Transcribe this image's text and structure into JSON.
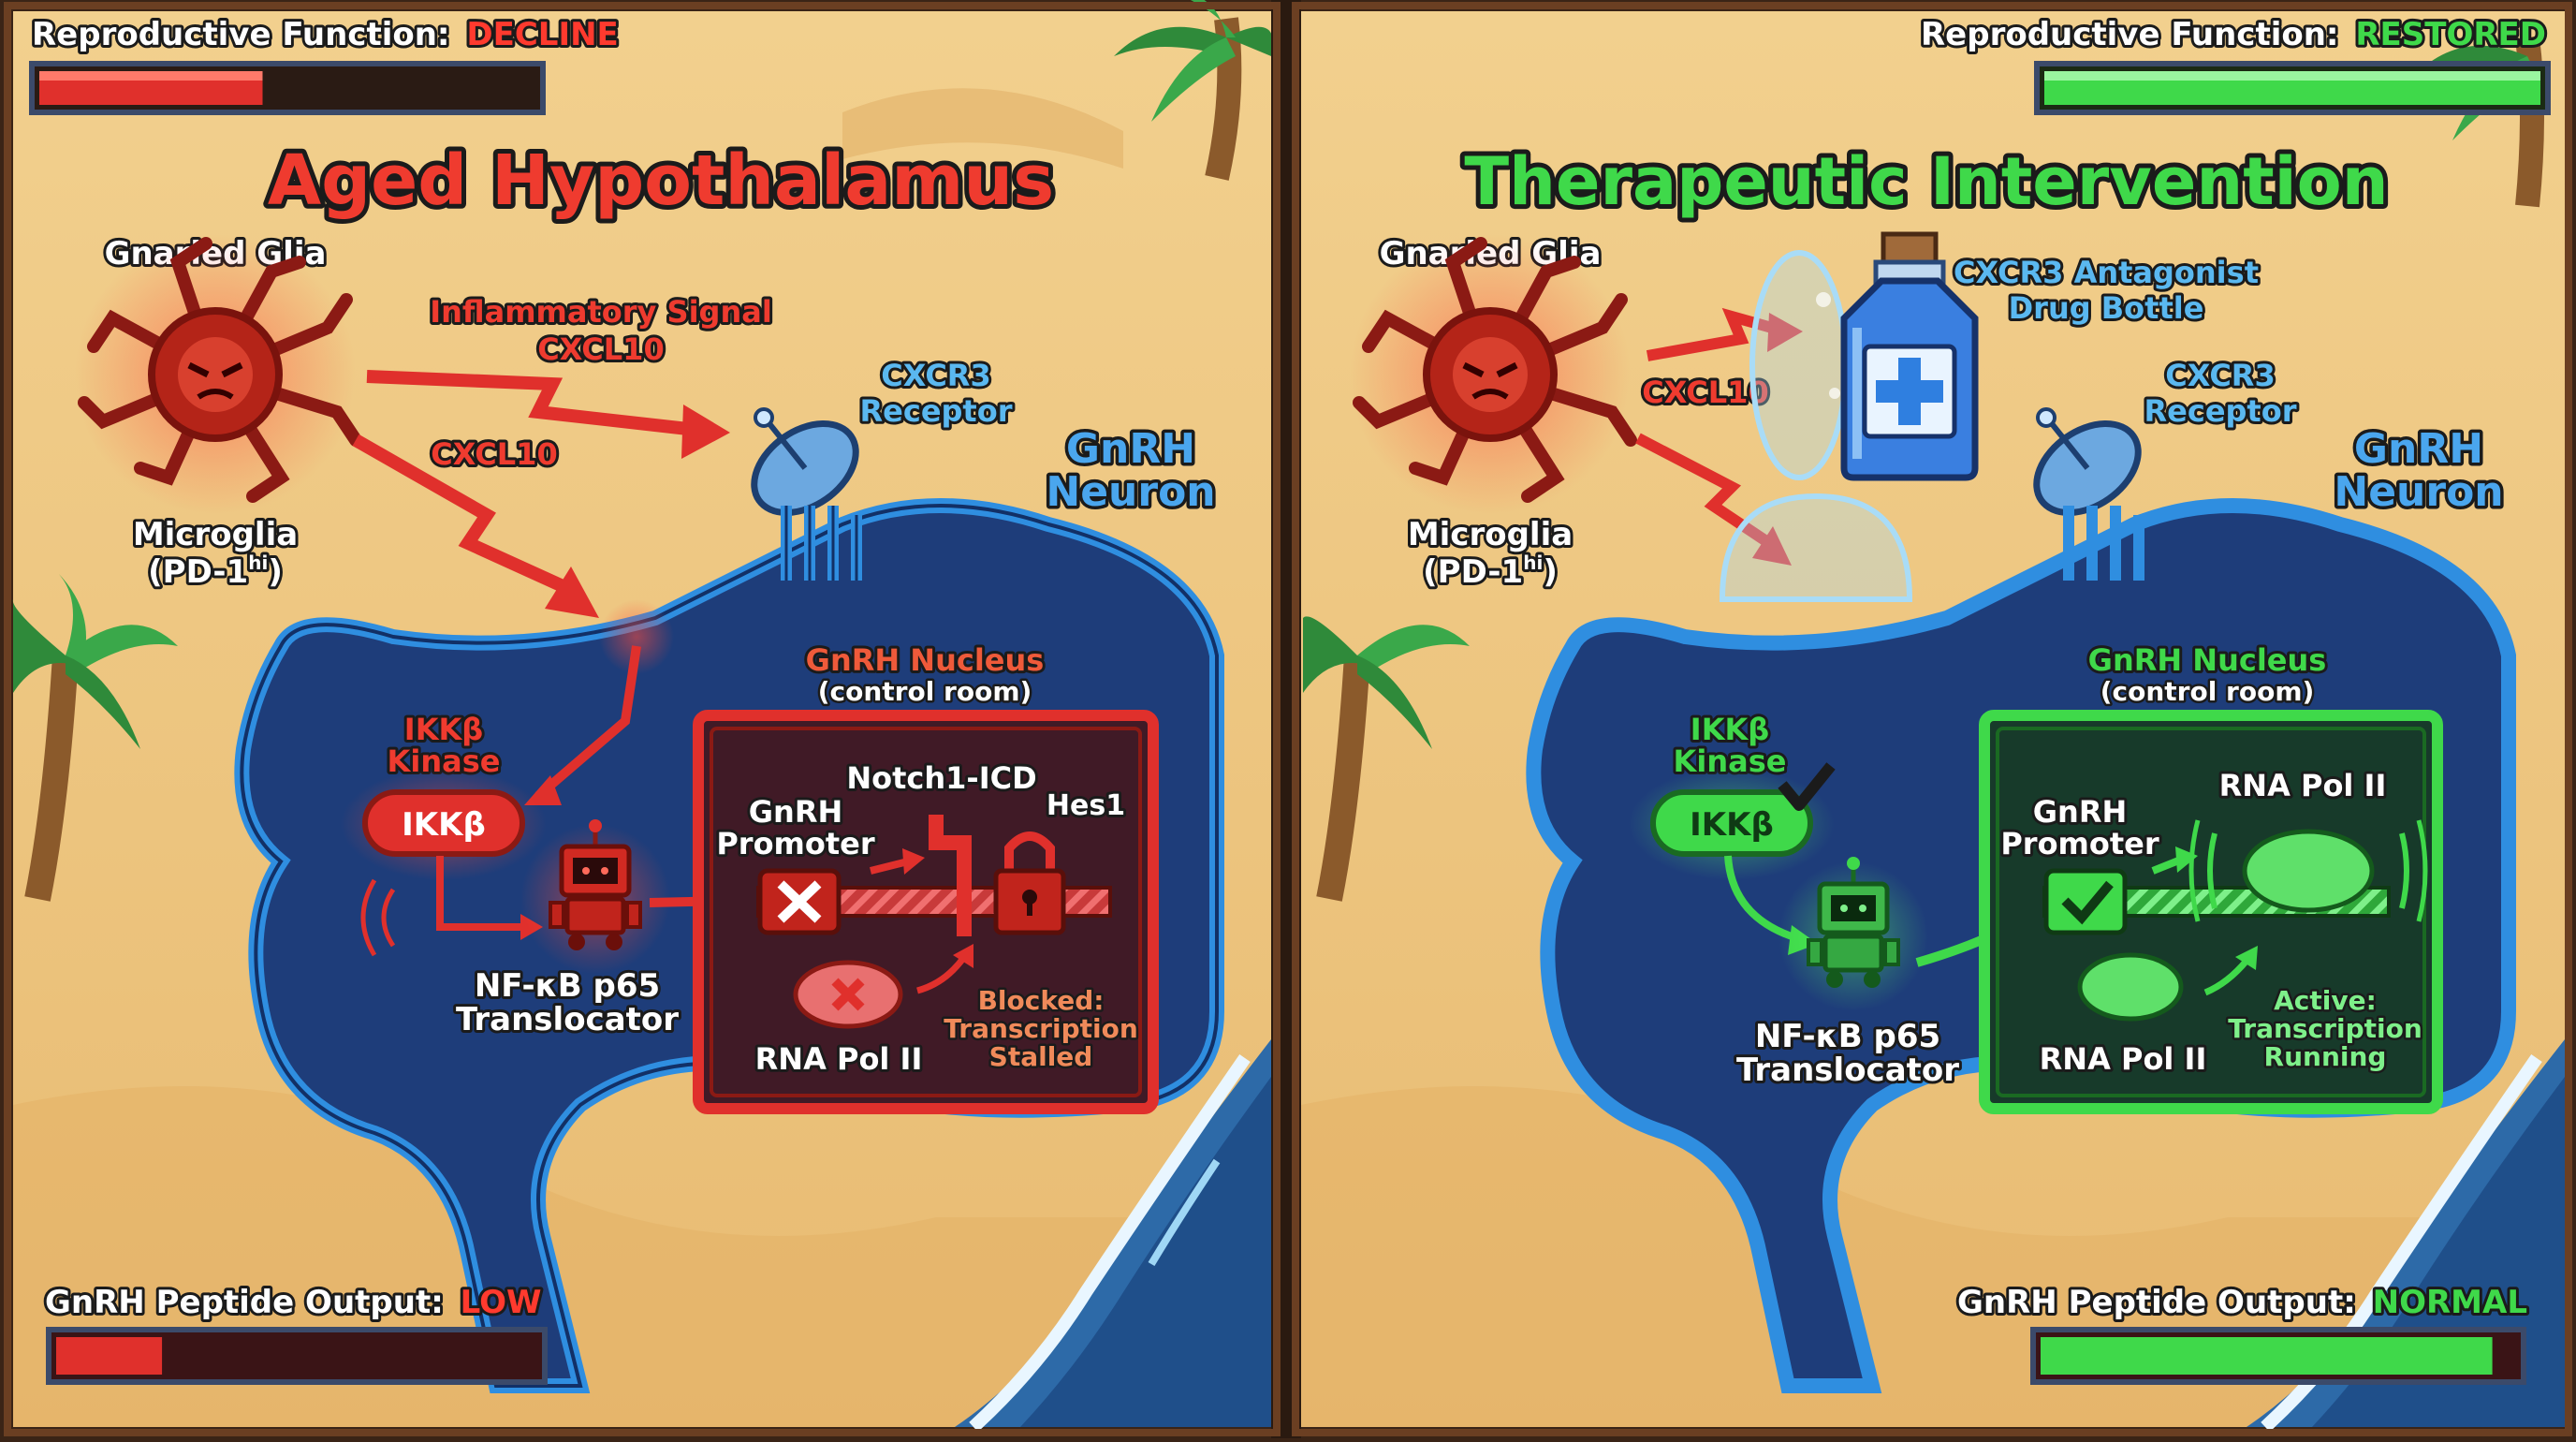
{
  "left": {
    "hud_top": {
      "label": "Reproductive Function:",
      "status": "DECLINE",
      "level": 0.45
    },
    "title": "Aged Hypothalamus",
    "glia_label": "Gnarled Glia",
    "microglia_line1": "Microglia",
    "microglia_line2": "(PD-1",
    "microglia_sup": "hi",
    "microglia_close": ")",
    "signal_line1": "Inflammatory Signal",
    "signal_line2": "CXCL10",
    "cxcl_label": "CXCL10",
    "receptor_line1": "CXCR3",
    "receptor_line2": "Receptor",
    "neuron_line1": "GnRH",
    "neuron_line2": "Neuron",
    "ikk_line1": "IKKβ",
    "ikk_line2": "Kinase",
    "ikk_pill": "IKKβ",
    "nfkb_line1": "NF-κB p65",
    "nfkb_line2": "Translocator",
    "nucleus_line1": "GnRH Nucleus",
    "nucleus_line2": "(control room)",
    "notch": "Notch1-ICD",
    "hes": "Hes1",
    "promoter_line1": "GnRH",
    "promoter_line2": "Promoter",
    "rnapol": "RNA Pol II",
    "state_line1": "Blocked:",
    "state_line2": "Transcription",
    "state_line3": "Stalled",
    "hud_bottom": {
      "label": "GnRH Peptide Output:",
      "status": "LOW",
      "level": 0.22
    }
  },
  "right": {
    "hud_top": {
      "label": "Reproductive Function:",
      "status": "RESTORED",
      "level": 1.0
    },
    "title": "Therapeutic Intervention",
    "glia_label": "Gnarled Glia",
    "microglia_line1": "Microglia",
    "microglia_line2": "(PD-1",
    "microglia_sup": "hi",
    "microglia_close": ")",
    "cxcl_label": "CXCL10",
    "drug_line1": "CXCR3 Antagonist",
    "drug_line2": "Drug Bottle",
    "receptor_line1": "CXCR3",
    "receptor_line2": "Receptor",
    "neuron_line1": "GnRH",
    "neuron_line2": "Neuron",
    "ikk_line1": "IKKβ",
    "ikk_line2": "Kinase",
    "ikk_pill": "IKKβ",
    "nfkb_line1": "NF-κB p65",
    "nfkb_line2": "Translocator",
    "nucleus_line1": "GnRH Nucleus",
    "nucleus_line2": "(control room)",
    "promoter_line1": "GnRH",
    "promoter_line2": "Promoter",
    "rnapol_top": "RNA Pol II",
    "rnapol": "RNA Pol II",
    "state_line1": "Active:",
    "state_line2": "Transcription",
    "state_line3": "Running",
    "hud_bottom": {
      "label": "GnRH Peptide Output:",
      "status": "NORMAL",
      "level": 0.95
    }
  },
  "colors": {
    "sand": "#edc57e",
    "neuron_fill": "#1e3d7a",
    "neuron_border": "#2f8ee0",
    "danger": "#e0302c",
    "good": "#3fd94a",
    "label_blue": "#5ab8f0"
  },
  "icons": [
    "microglia-icon",
    "receptor-dish-icon",
    "nfkb-robot-icon",
    "lock-icon",
    "drug-bottle-icon",
    "palm-tree-icon",
    "check-icon",
    "cross-icon"
  ]
}
